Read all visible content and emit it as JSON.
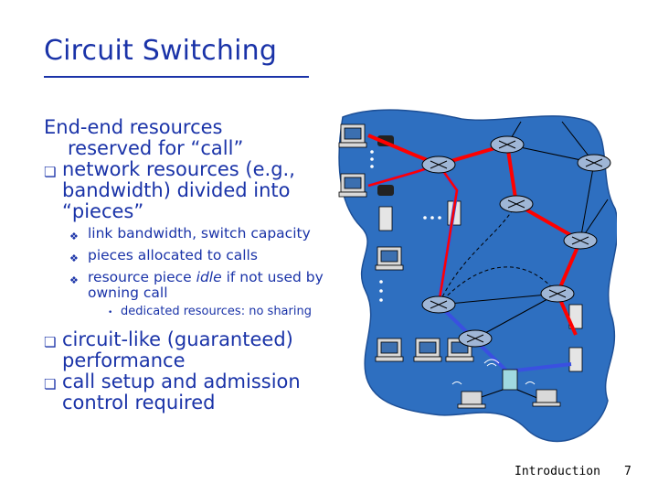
{
  "slide": {
    "title": "Circuit Switching",
    "intro_line1": "End-end resources",
    "intro_line2": "reserved for “call”",
    "bullet1": "network resources (e.g., bandwidth) divided into “pieces”",
    "sub1": "link bandwidth, switch capacity",
    "sub2": "pieces allocated to calls",
    "sub3_pre": "resource piece ",
    "sub3_em": "idle",
    "sub3_post": " if not used by owning call",
    "subsub1": "dedicated resources: no sharing",
    "bullet2": "circuit-like (guaranteed) performance",
    "bullet3": "call setup and admission control required",
    "footer": "Introduction",
    "page_number": "7"
  },
  "colors": {
    "text": "#1a33a8",
    "cloud": "#2e6fc0",
    "circuit": "#ff0000",
    "circuit_alt": "#3a50e0"
  },
  "icons": [
    "telephone-icon",
    "desktop-computer-icon",
    "server-icon",
    "router-icon",
    "wireless-access-point-icon",
    "laptop-icon"
  ]
}
